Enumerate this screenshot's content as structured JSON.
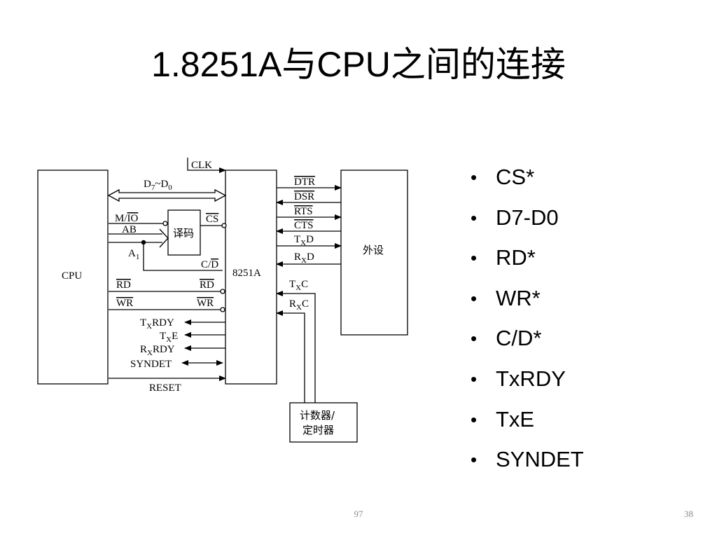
{
  "slide": {
    "title": "1.8251A与CPU之间的连接",
    "bullets": [
      "CS*",
      "D7-D0",
      "RD*",
      "WR*",
      "C/D*",
      "TxRDY",
      "TxE",
      "SYNDET"
    ],
    "footer_center": "97",
    "page_number": "38"
  },
  "diagram": {
    "cpu_label": "CPU",
    "chip_label": "8251A",
    "decoder_label": "译码",
    "peripheral_label": "外设",
    "counter_label_line1": "计数器/",
    "counter_label_line2": "定时器",
    "clk": "CLK",
    "data_bus": {
      "d": "D",
      "sub7": "7",
      "tilde": "~D",
      "sub0": "0"
    },
    "m": "M/",
    "io": "IO",
    "ab": "AB",
    "a": "A",
    "a_sub": "1",
    "cs": "CS",
    "c_slash": "C/",
    "d_bar": "D",
    "rd": "RD",
    "wr": "WR",
    "txrdy": {
      "t": "T",
      "x": "X",
      "rest": "RDY"
    },
    "txe": {
      "t": "T",
      "x": "X",
      "rest": "E"
    },
    "rxrdy": {
      "r": "R",
      "x": "X",
      "rest": "RDY"
    },
    "syndet": "SYNDET",
    "reset": "RESET",
    "dtr": "DTR",
    "dsr": "DSR",
    "rts": "RTS",
    "cts": "CTS",
    "txd": {
      "t": "T",
      "x": "X",
      "rest": "D"
    },
    "rxd": {
      "r": "R",
      "x": "X",
      "rest": "D"
    },
    "txc": {
      "t": "T",
      "x": "X",
      "rest": "C"
    },
    "rxc": {
      "r": "R",
      "x": "X",
      "rest": "C"
    }
  }
}
